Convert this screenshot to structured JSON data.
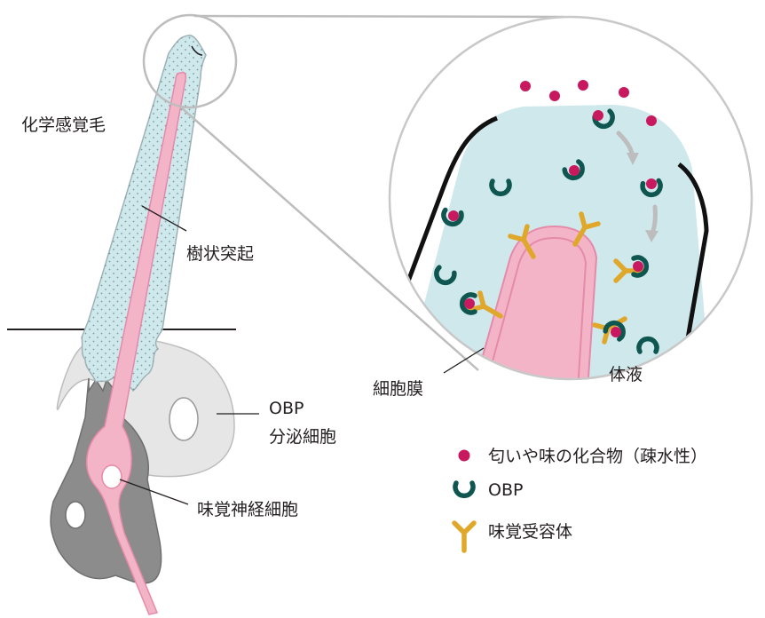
{
  "labels": {
    "chemosensory_hair": "化学感覚毛",
    "dendrite": "樹状突起",
    "obp_cell_line1": "OBP",
    "obp_cell_line2": "分泌細胞",
    "taste_neuron": "味覚神経細胞",
    "cell_membrane": "細胞膜",
    "body_fluid": "体液"
  },
  "legend": {
    "odorant": "匂いや味の化合物（疎水性）",
    "obp": "OBP",
    "receptor": "味覚受容体"
  },
  "colors": {
    "odorant": "#c8195f",
    "obp": "#0f5650",
    "receptor": "#e0a82a",
    "neuron": "#f3b4c8",
    "fluid": "#cfe8ec",
    "support_cell": "#d4d4d4",
    "obp_cell": "#e6e6e6",
    "arrow": "#bdbdbd"
  }
}
